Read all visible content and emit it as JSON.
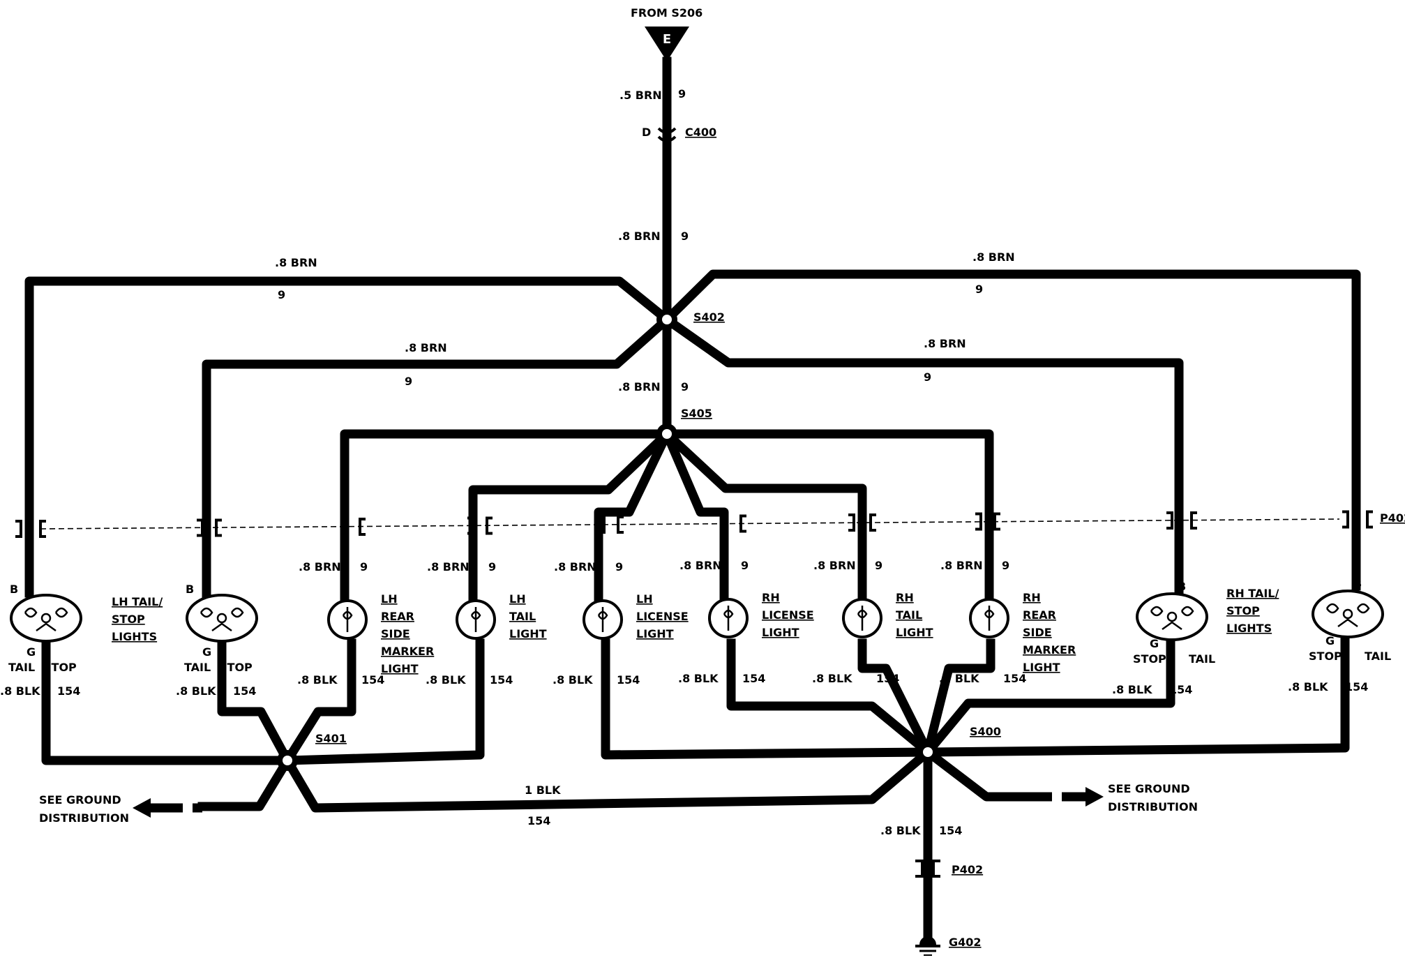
{
  "source": {
    "label": "FROM S206",
    "terminal": "E"
  },
  "connectors": {
    "c400": {
      "name": "C400",
      "pin": "D"
    },
    "p402": "P402"
  },
  "splices": {
    "s402": "S402",
    "s405": "S405",
    "s401": "S401",
    "s400": "S400"
  },
  "wires": {
    "feed_top": {
      "gauge": ".5 BRN",
      "circuit": "9"
    },
    "feed_mid": {
      "gauge": ".8 BRN",
      "circuit": "9"
    },
    "feed_low": {
      "gauge": ".8 BRN",
      "circuit": "9"
    },
    "lh_outer": {
      "gauge": ".8 BRN",
      "circuit": "9"
    },
    "lh_inner": {
      "gauge": ".8 BRN",
      "circuit": "9"
    },
    "rh_outer": {
      "gauge": ".8 BRN",
      "circuit": "9"
    },
    "rh_inner": {
      "gauge": ".8 BRN",
      "circuit": "9"
    },
    "cross_ground": {
      "gauge": "1 BLK",
      "circuit": "154"
    },
    "ground_main": {
      "gauge": ".8 BLK",
      "circuit": "154"
    }
  },
  "lamp_pins": {
    "b": "B",
    "g": "G",
    "tail": "TAIL",
    "stop": "STOP"
  },
  "lamps": [
    {
      "id": "lh-tail-stop-outer",
      "brn": "",
      "ckt_in": "",
      "blk": ".8 BLK",
      "ckt_out": "154",
      "label": []
    },
    {
      "id": "lh-tail-stop-inner",
      "brn": "",
      "ckt_in": "",
      "blk": ".8 BLK",
      "ckt_out": "154",
      "label": []
    },
    {
      "id": "lh-rear-side-marker",
      "brn": ".8 BRN",
      "ckt_in": "9",
      "blk": ".8 BLK",
      "ckt_out": "154",
      "label": [
        "LH",
        "REAR",
        "SIDE",
        "MARKER",
        "LIGHT"
      ]
    },
    {
      "id": "lh-tail",
      "brn": ".8 BRN",
      "ckt_in": "9",
      "blk": ".8 BLK",
      "ckt_out": "154",
      "label": [
        "LH",
        "TAIL",
        "LIGHT"
      ]
    },
    {
      "id": "lh-license",
      "brn": ".8 BRN",
      "ckt_in": "9",
      "blk": ".8 BLK",
      "ckt_out": "154",
      "label": [
        "LH",
        "LICENSE",
        "LIGHT"
      ]
    },
    {
      "id": "rh-license",
      "brn": ".8 BRN",
      "ckt_in": "9",
      "blk": ".8 BLK",
      "ckt_out": "154",
      "label": [
        "RH",
        "LICENSE",
        "LIGHT"
      ]
    },
    {
      "id": "rh-tail",
      "brn": ".8 BRN",
      "ckt_in": "9",
      "blk": ".8 BLK",
      "ckt_out": "154",
      "label": [
        "RH",
        "TAIL",
        "LIGHT"
      ]
    },
    {
      "id": "rh-rear-side-marker",
      "brn": ".8 BRN",
      "ckt_in": "9",
      "blk": ".8 BLK",
      "ckt_out": "154",
      "label": [
        "RH",
        "REAR",
        "SIDE",
        "MARKER",
        "LIGHT"
      ]
    },
    {
      "id": "rh-tail-stop-inner",
      "brn": "",
      "ckt_in": "",
      "blk": ".8 BLK",
      "ckt_out": "154",
      "label": []
    },
    {
      "id": "rh-tail-stop-outer",
      "brn": "",
      "ckt_in": "",
      "blk": ".8 BLK",
      "ckt_out": "154",
      "label": []
    }
  ],
  "group_labels": {
    "lh_tail_stop": [
      "LH TAIL/",
      "STOP",
      "LIGHTS"
    ],
    "rh_tail_stop": [
      "RH TAIL/",
      "STOP",
      "LIGHTS"
    ]
  },
  "ground": {
    "see_left": [
      "SEE GROUND",
      "DISTRIBUTION"
    ],
    "see_right": [
      "SEE GROUND",
      "DISTRIBUTION"
    ],
    "ground_point": "G402"
  }
}
